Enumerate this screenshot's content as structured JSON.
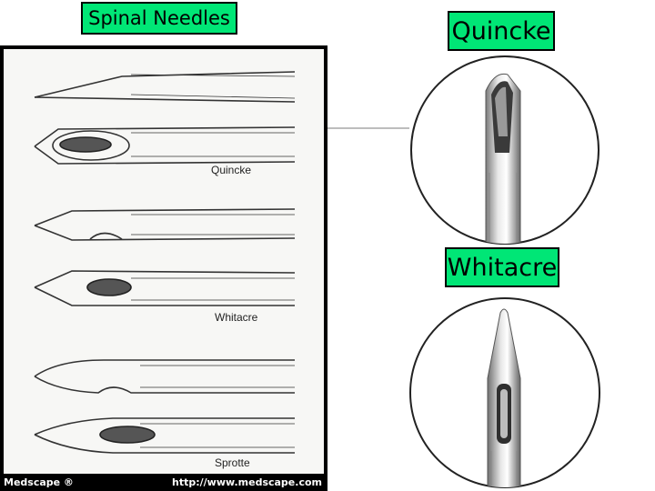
{
  "title": "Spinal Needles",
  "labels": {
    "quincke": "Quincke",
    "whitacre": "Whitacre"
  },
  "figure": {
    "captions": [
      "Quincke",
      "Whitacre",
      "Sprotte"
    ],
    "footer_left": "Medscape ®",
    "footer_right": "http://www.medscape.com"
  },
  "colors": {
    "label_bg": "#00e676",
    "frame": "#000000"
  }
}
